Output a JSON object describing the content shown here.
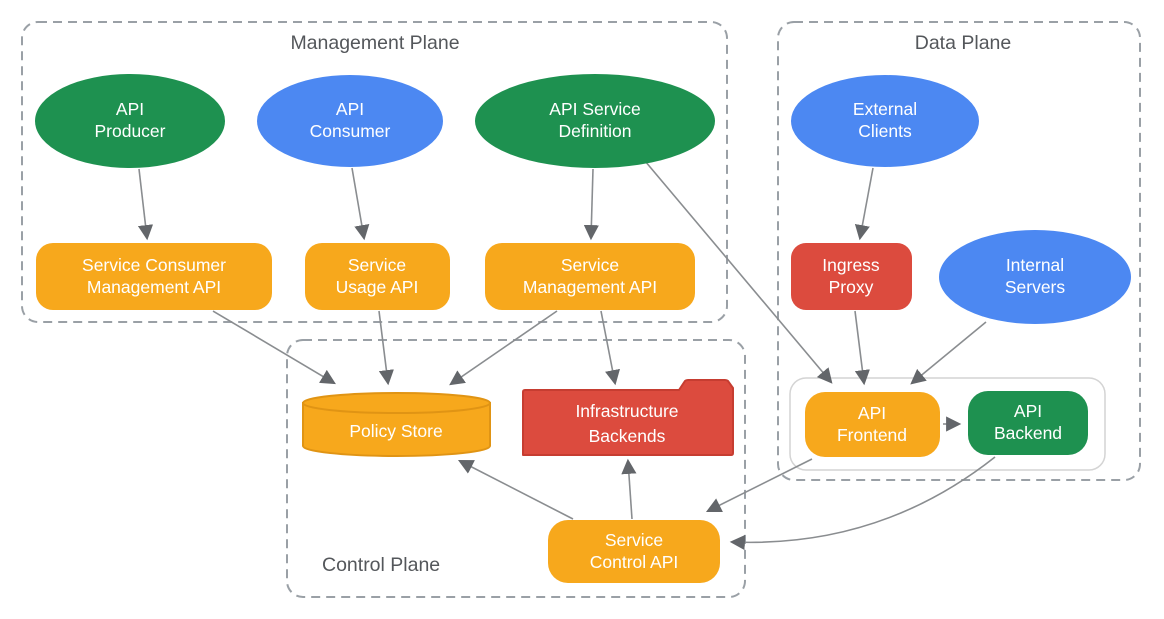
{
  "planes": {
    "management": {
      "title": "Management Plane"
    },
    "data_plane": {
      "title": "Data Plane"
    },
    "control": {
      "title": "Control Plane"
    }
  },
  "colors": {
    "green": "#1E9150",
    "green_stroke": "#178146",
    "blue": "#4C88F2",
    "orange": "#F7A81C",
    "orange_stroke": "#E09414",
    "red": "#DC4B3E",
    "red_stroke": "#C63D31",
    "arrow": "#63666A",
    "white": "#FFFFFF"
  },
  "nodes": {
    "api_producer": {
      "shape": "ellipse",
      "color_name": "green",
      "lines": [
        "API",
        "Producer"
      ]
    },
    "api_consumer": {
      "shape": "ellipse",
      "color_name": "blue",
      "lines": [
        "API",
        "Consumer"
      ]
    },
    "api_service_definition": {
      "shape": "ellipse",
      "color_name": "green",
      "lines": [
        "API Service",
        "Definition"
      ]
    },
    "service_consumer_management_api": {
      "shape": "rounded-rect",
      "color_name": "orange",
      "lines": [
        "Service Consumer",
        "Management API"
      ]
    },
    "service_usage_api": {
      "shape": "rounded-rect",
      "color_name": "orange",
      "lines": [
        "Service",
        "Usage API"
      ]
    },
    "service_management_api": {
      "shape": "rounded-rect",
      "color_name": "orange",
      "lines": [
        "Service",
        "Management API"
      ]
    },
    "external_clients": {
      "shape": "ellipse",
      "color_name": "blue",
      "lines": [
        "External",
        "Clients"
      ]
    },
    "ingress_proxy": {
      "shape": "rounded-rect",
      "color_name": "red",
      "lines": [
        "Ingress",
        "Proxy"
      ]
    },
    "internal_servers": {
      "shape": "ellipse",
      "color_name": "blue",
      "lines": [
        "Internal",
        "Servers"
      ]
    },
    "api_frontend": {
      "shape": "rounded-rect",
      "color_name": "orange",
      "lines": [
        "API",
        "Frontend"
      ]
    },
    "api_backend": {
      "shape": "rounded-rect",
      "color_name": "green",
      "lines": [
        "API",
        "Backend"
      ]
    },
    "policy_store": {
      "shape": "cylinder",
      "color_name": "orange",
      "lines": [
        "Policy Store"
      ]
    },
    "infrastructure_backends": {
      "shape": "folder",
      "color_name": "red",
      "lines": [
        "Infrastructure",
        "Backends"
      ]
    },
    "service_control_api": {
      "shape": "rounded-rect",
      "color_name": "orange",
      "lines": [
        "Service",
        "Control API"
      ]
    }
  },
  "edges": [
    {
      "from": "api-producer",
      "to": "service-consumer-management-api"
    },
    {
      "from": "api-consumer",
      "to": "service-usage-api"
    },
    {
      "from": "api-service-definition",
      "to": "service-management-api"
    },
    {
      "from": "api-service-definition",
      "to": "api-frontend"
    },
    {
      "from": "external-clients",
      "to": "ingress-proxy"
    },
    {
      "from": "ingress-proxy",
      "to": "api-frontend"
    },
    {
      "from": "internal-servers",
      "to": "api-frontend"
    },
    {
      "from": "api-frontend",
      "to": "api-backend"
    },
    {
      "from": "service-consumer-management-api",
      "to": "policy-store"
    },
    {
      "from": "service-usage-api",
      "to": "policy-store"
    },
    {
      "from": "service-management-api",
      "to": "policy-store"
    },
    {
      "from": "service-management-api",
      "to": "infrastructure-backends"
    },
    {
      "from": "service-control-api",
      "to": "policy-store"
    },
    {
      "from": "service-control-api",
      "to": "infrastructure-backends"
    },
    {
      "from": "api-frontend",
      "to": "service-control-api"
    },
    {
      "from": "api-backend",
      "to": "service-control-api"
    }
  ]
}
